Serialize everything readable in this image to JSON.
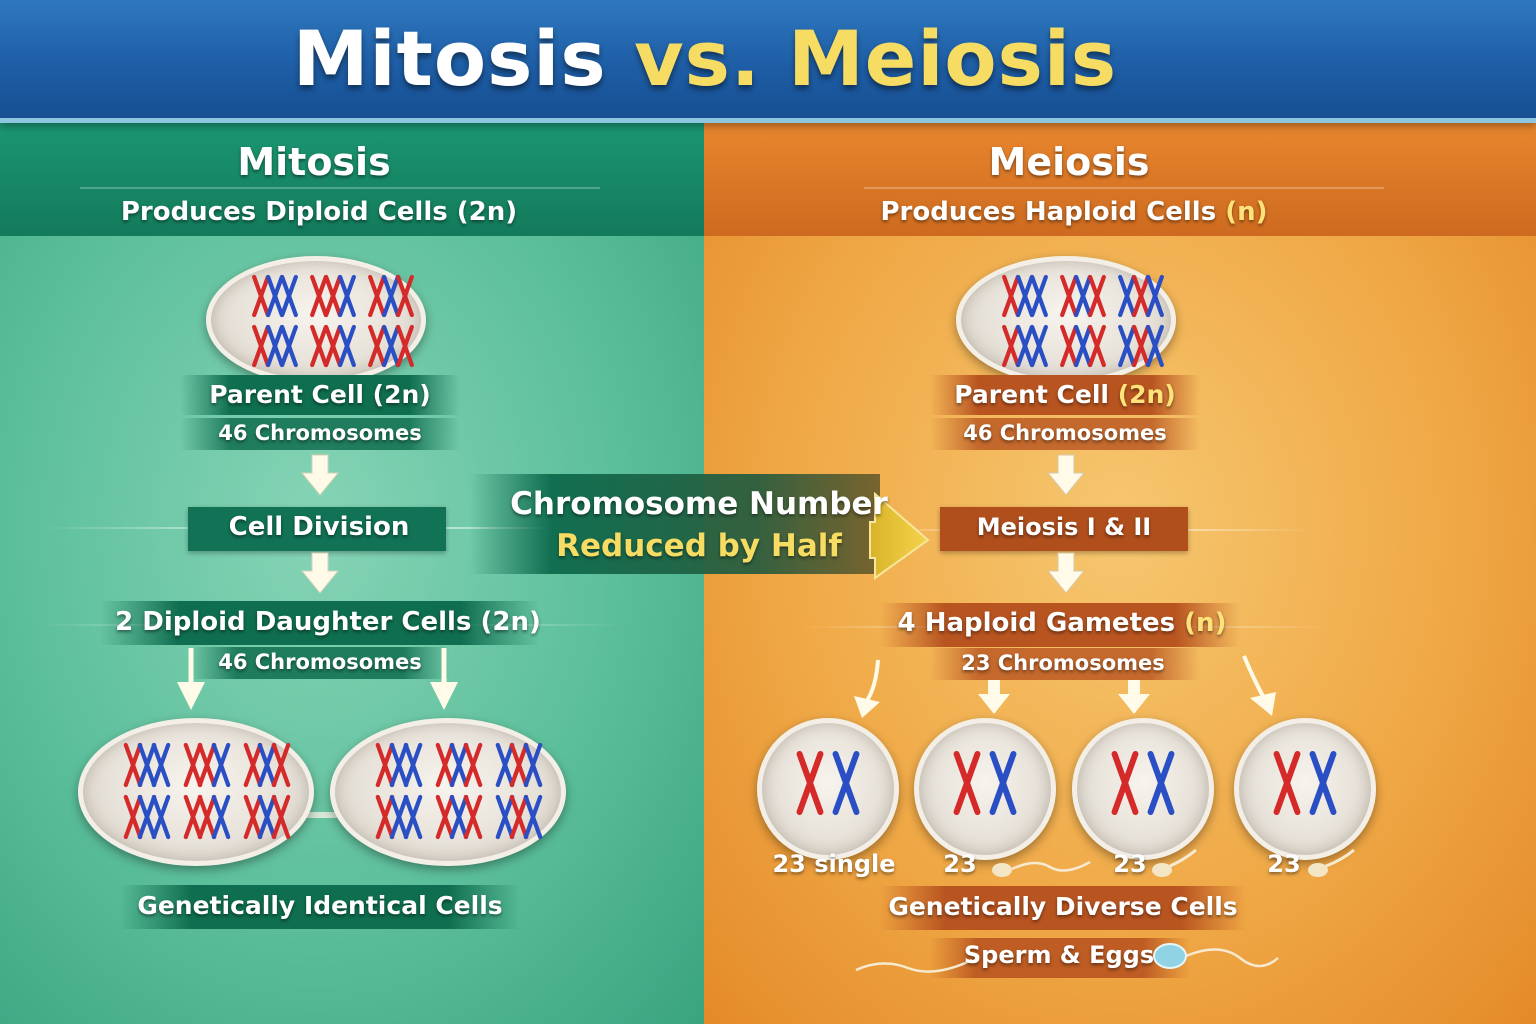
{
  "title": {
    "part1": "Mitosis",
    "part2": "vs. Meiosis"
  },
  "mitosis": {
    "heading": "Mitosis",
    "subheading": "Produces Diploid Cells (2n)",
    "parent_label": "Parent Cell (2n)",
    "parent_count": "46 Chromosomes",
    "step": "Cell Division",
    "result_label": "2 Diploid Daughter Cells (2n)",
    "result_count": "46 Chromosomes",
    "outcome": "Genetically Identical Cells"
  },
  "meiosis": {
    "heading": "Meiosis",
    "subheading_prefix": "Produces Haploid Cells",
    "subheading_suffix": "(n)",
    "parent_label_prefix": "Parent Cell",
    "parent_label_suffix": "(2n)",
    "parent_count": "46 Chromosomes",
    "step": "Meiosis I & II",
    "result_label_prefix": "4 Haploid Gametes",
    "result_label_suffix": "(n)",
    "result_count": "23 Chromosomes",
    "gamete_labels": [
      "23 single",
      "23",
      "23",
      "23"
    ],
    "outcome": "Genetically Diverse Cells",
    "gametes_type": "Sperm & Eggs"
  },
  "callout": {
    "line1": "Chromosome Number",
    "line2": "Reduced by Half"
  },
  "colors": {
    "mitosis": "#3aa47f",
    "meiosis": "#f0a947",
    "title_accent": "#f6dc62",
    "chromosome_red": "#d42a2a",
    "chromosome_blue": "#2a4fc4"
  }
}
